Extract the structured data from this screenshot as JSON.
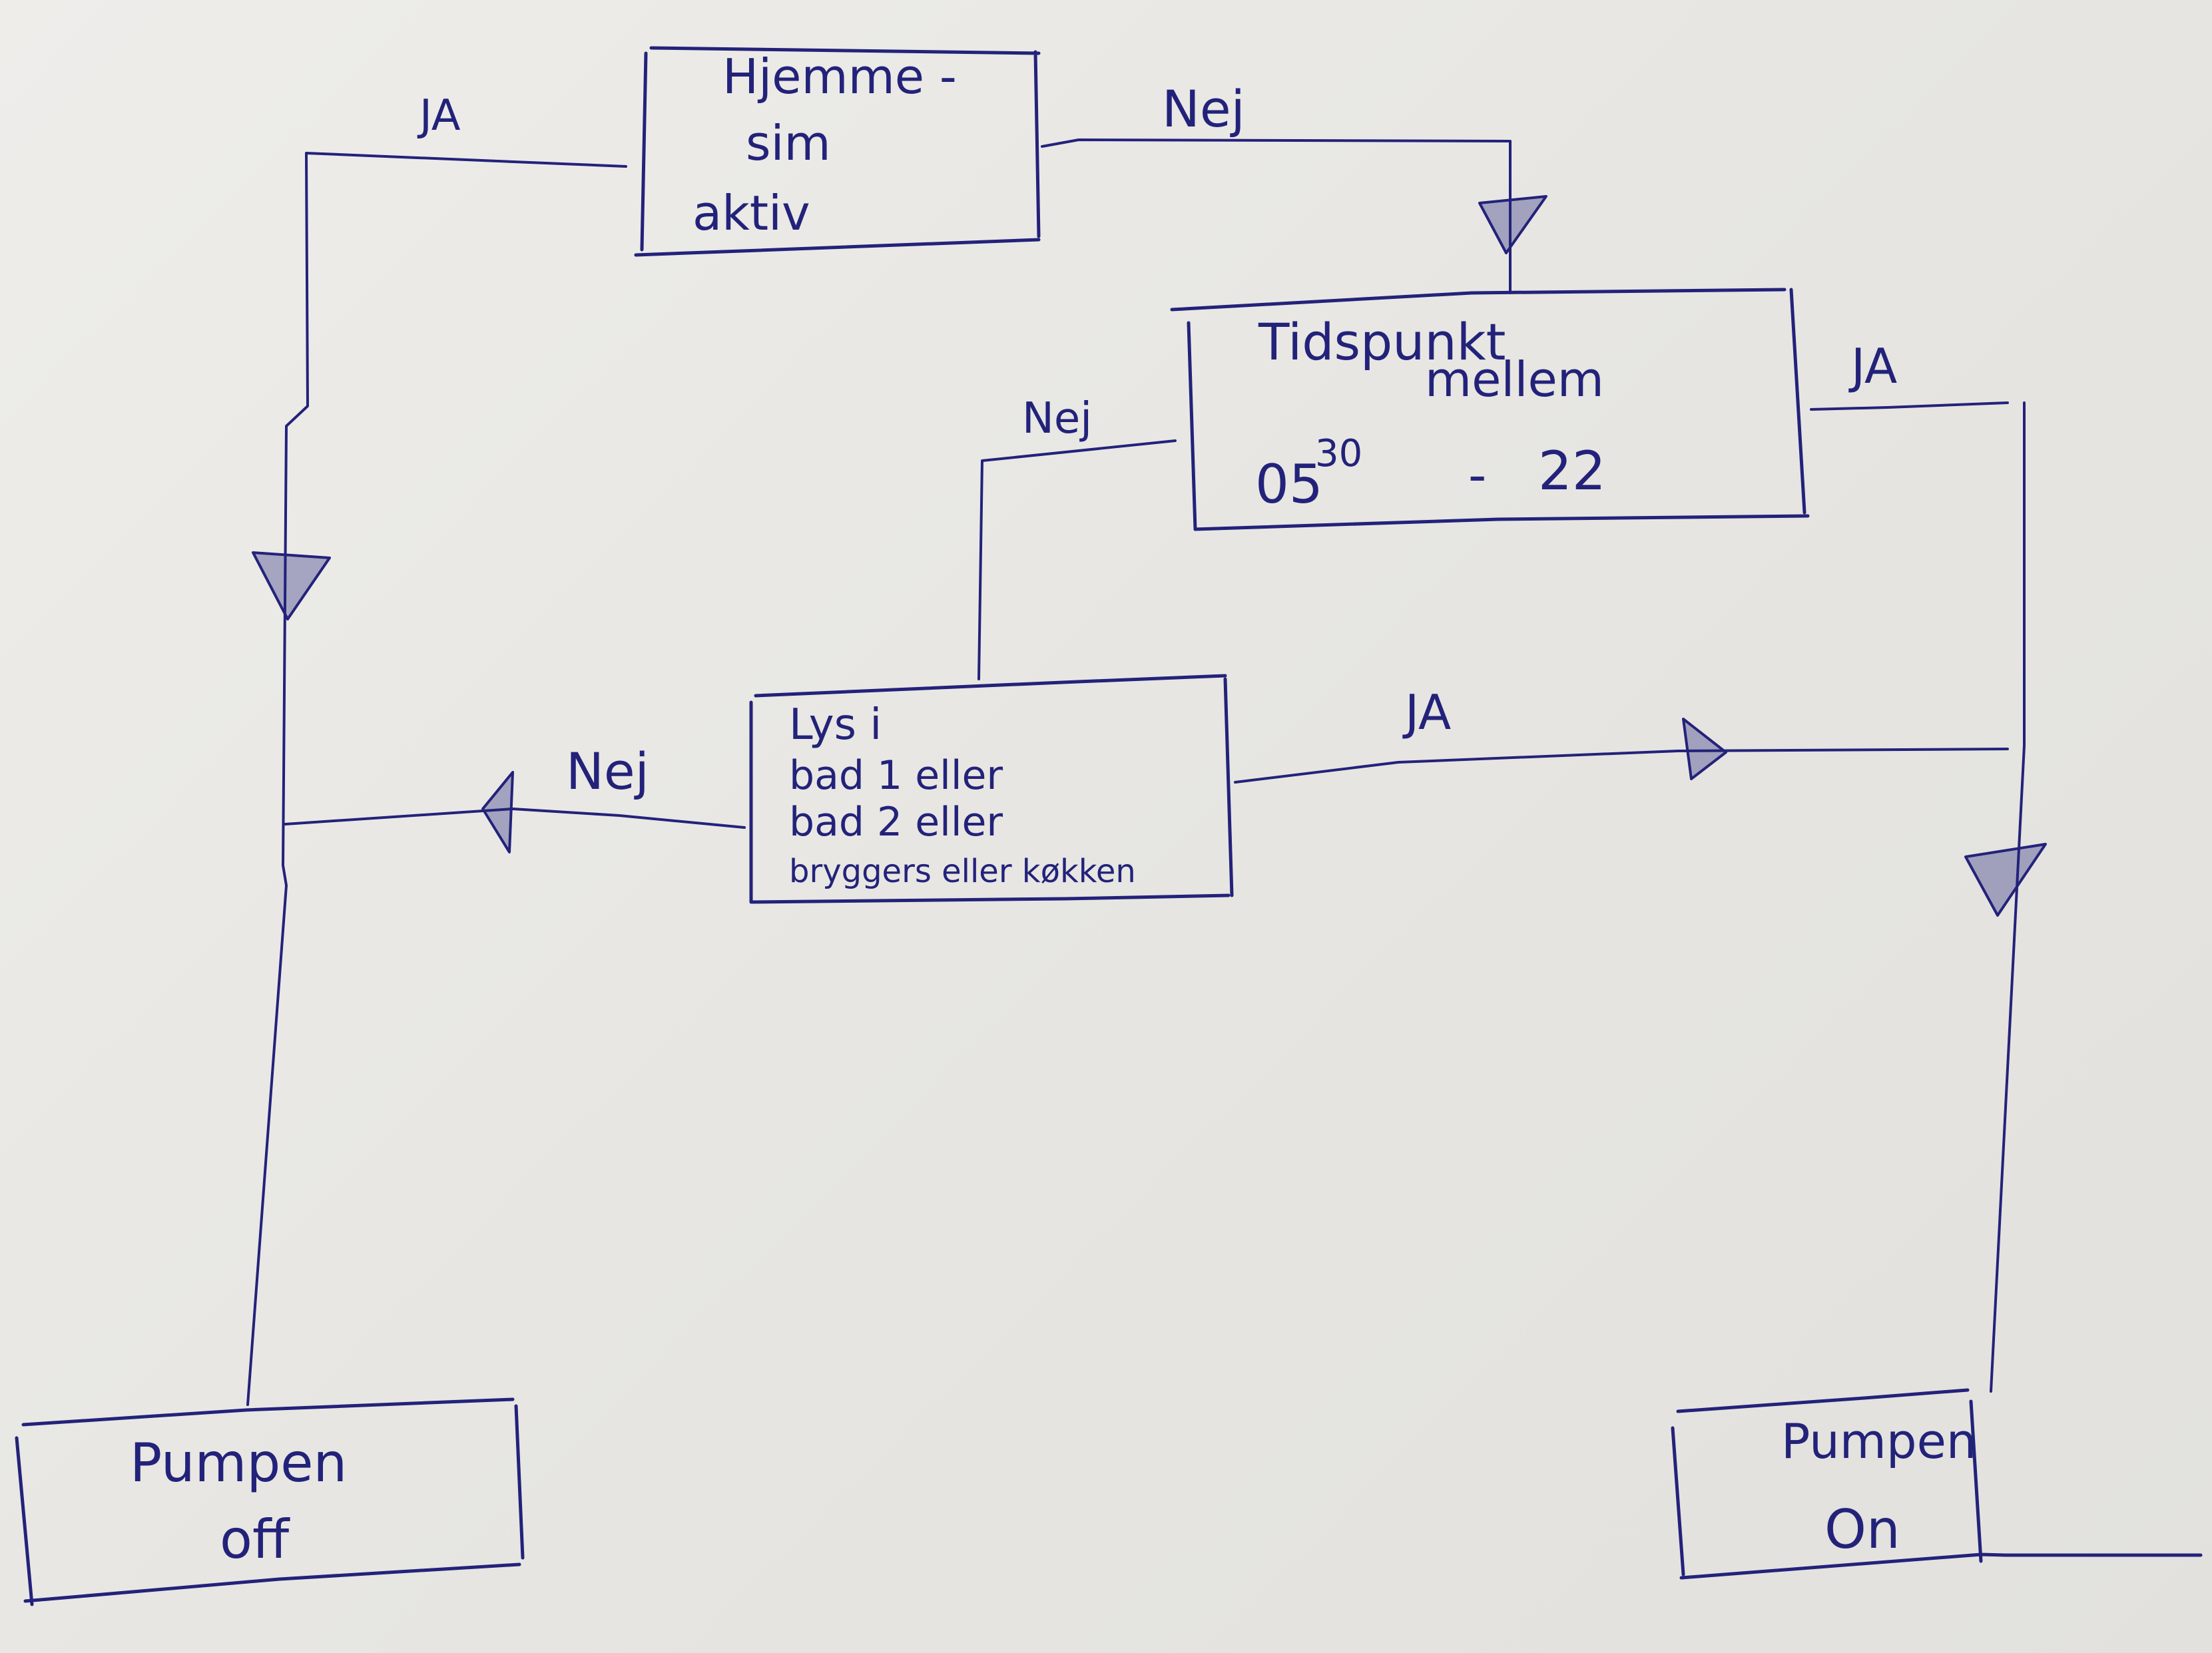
{
  "diagram": {
    "title": "Pump control flowchart",
    "ink_color": "#23227a",
    "paper_color": "#e9e8e4",
    "nodes": {
      "hjemmesim": {
        "lines": [
          "Hjemme -",
          "sim",
          "aktiv"
        ]
      },
      "tidspunkt": {
        "lines": [
          "Tidspunkt",
          "mellem"
        ],
        "time_start_hour": "05",
        "time_start_min": "30",
        "time_dash": "-",
        "time_end": "22"
      },
      "lys": {
        "lines": [
          "Lys  i",
          "bad 1  eller",
          "bad 2  eller",
          "bryggers  eller køkken"
        ]
      },
      "pumpen_off": {
        "lines": [
          "Pumpen",
          "off"
        ]
      },
      "pumpen_on": {
        "lines": [
          "Pumpen",
          "On"
        ]
      }
    },
    "edges": [
      {
        "from": "hjemmesim",
        "to": "pumpen_off",
        "label": "JA"
      },
      {
        "from": "hjemmesim",
        "to": "tidspunkt",
        "label": "Nej"
      },
      {
        "from": "tidspunkt",
        "to": "pumpen_on",
        "label": "JA"
      },
      {
        "from": "tidspunkt",
        "to": "lys",
        "label": "Nej"
      },
      {
        "from": "lys",
        "to": "pumpen_on",
        "label": "JA"
      },
      {
        "from": "lys",
        "to": "pumpen_off",
        "label": "Nej"
      }
    ]
  }
}
